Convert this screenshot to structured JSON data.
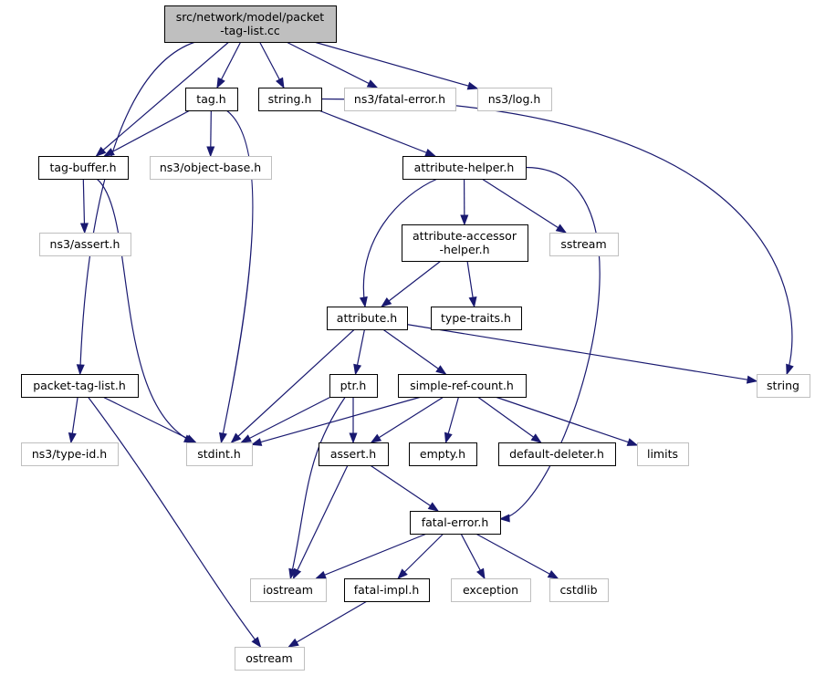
{
  "colors": {
    "edge": "#191970",
    "root_fill": "#bfbfbf",
    "box_fill": "#ffffff",
    "documented_border": "#000000",
    "undocumented_border": "#bfbfbf"
  },
  "nodes": {
    "root": {
      "lines": [
        "src/network/model/packet",
        "-tag-list.cc"
      ],
      "kind": "root"
    },
    "tag_h": {
      "lines": [
        "tag.h"
      ],
      "kind": "documented"
    },
    "string_h": {
      "lines": [
        "string.h"
      ],
      "kind": "documented"
    },
    "ns3_fatal_error_h": {
      "lines": [
        "ns3/fatal-error.h"
      ],
      "kind": "undocumented"
    },
    "ns3_log_h": {
      "lines": [
        "ns3/log.h"
      ],
      "kind": "undocumented"
    },
    "tag_buffer_h": {
      "lines": [
        "tag-buffer.h"
      ],
      "kind": "documented"
    },
    "ns3_object_base_h": {
      "lines": [
        "ns3/object-base.h"
      ],
      "kind": "undocumented"
    },
    "attribute_helper_h": {
      "lines": [
        "attribute-helper.h"
      ],
      "kind": "documented"
    },
    "ns3_assert_h": {
      "lines": [
        "ns3/assert.h"
      ],
      "kind": "undocumented"
    },
    "attribute_accessor_helper_h": {
      "lines": [
        "attribute-accessor",
        "-helper.h"
      ],
      "kind": "documented"
    },
    "sstream": {
      "lines": [
        "sstream"
      ],
      "kind": "undocumented"
    },
    "attribute_h": {
      "lines": [
        "attribute.h"
      ],
      "kind": "documented"
    },
    "type_traits_h": {
      "lines": [
        "type-traits.h"
      ],
      "kind": "documented"
    },
    "packet_tag_list_h": {
      "lines": [
        "packet-tag-list.h"
      ],
      "kind": "documented"
    },
    "ptr_h": {
      "lines": [
        "ptr.h"
      ],
      "kind": "documented"
    },
    "simple_ref_count_h": {
      "lines": [
        "simple-ref-count.h"
      ],
      "kind": "documented"
    },
    "string": {
      "lines": [
        "string"
      ],
      "kind": "undocumented"
    },
    "ns3_type_id_h": {
      "lines": [
        "ns3/type-id.h"
      ],
      "kind": "undocumented"
    },
    "stdint_h": {
      "lines": [
        "stdint.h"
      ],
      "kind": "undocumented"
    },
    "assert_h": {
      "lines": [
        "assert.h"
      ],
      "kind": "documented"
    },
    "empty_h": {
      "lines": [
        "empty.h"
      ],
      "kind": "documented"
    },
    "default_deleter_h": {
      "lines": [
        "default-deleter.h"
      ],
      "kind": "documented"
    },
    "limits": {
      "lines": [
        "limits"
      ],
      "kind": "undocumented"
    },
    "fatal_error_h": {
      "lines": [
        "fatal-error.h"
      ],
      "kind": "documented"
    },
    "iostream": {
      "lines": [
        "iostream"
      ],
      "kind": "undocumented"
    },
    "fatal_impl_h": {
      "lines": [
        "fatal-impl.h"
      ],
      "kind": "documented"
    },
    "exception": {
      "lines": [
        "exception"
      ],
      "kind": "undocumented"
    },
    "cstdlib": {
      "lines": [
        "cstdlib"
      ],
      "kind": "undocumented"
    },
    "ostream": {
      "lines": [
        "ostream"
      ],
      "kind": "undocumented"
    }
  },
  "edges": [
    [
      "root",
      "packet_tag_list_h"
    ],
    [
      "root",
      "tag_buffer_h"
    ],
    [
      "root",
      "tag_h"
    ],
    [
      "root",
      "string_h"
    ],
    [
      "root",
      "ns3_fatal_error_h"
    ],
    [
      "root",
      "ns3_log_h"
    ],
    [
      "tag_h",
      "tag_buffer_h"
    ],
    [
      "tag_h",
      "ns3_object_base_h"
    ],
    [
      "tag_h",
      "stdint_h"
    ],
    [
      "string_h",
      "attribute_helper_h"
    ],
    [
      "string_h",
      "string"
    ],
    [
      "tag_buffer_h",
      "ns3_assert_h"
    ],
    [
      "tag_buffer_h",
      "stdint_h"
    ],
    [
      "attribute_helper_h",
      "attribute_accessor_helper_h"
    ],
    [
      "attribute_helper_h",
      "sstream"
    ],
    [
      "attribute_helper_h",
      "attribute_h"
    ],
    [
      "attribute_helper_h",
      "fatal_error_h"
    ],
    [
      "attribute_accessor_helper_h",
      "attribute_h"
    ],
    [
      "attribute_accessor_helper_h",
      "type_traits_h"
    ],
    [
      "attribute_h",
      "ptr_h"
    ],
    [
      "attribute_h",
      "simple_ref_count_h"
    ],
    [
      "attribute_h",
      "stdint_h"
    ],
    [
      "attribute_h",
      "string"
    ],
    [
      "packet_tag_list_h",
      "ns3_type_id_h"
    ],
    [
      "packet_tag_list_h",
      "stdint_h"
    ],
    [
      "packet_tag_list_h",
      "ostream"
    ],
    [
      "ptr_h",
      "stdint_h"
    ],
    [
      "ptr_h",
      "assert_h"
    ],
    [
      "ptr_h",
      "iostream"
    ],
    [
      "simple_ref_count_h",
      "stdint_h"
    ],
    [
      "simple_ref_count_h",
      "assert_h"
    ],
    [
      "simple_ref_count_h",
      "empty_h"
    ],
    [
      "simple_ref_count_h",
      "default_deleter_h"
    ],
    [
      "simple_ref_count_h",
      "limits"
    ],
    [
      "assert_h",
      "fatal_error_h"
    ],
    [
      "assert_h",
      "iostream"
    ],
    [
      "fatal_error_h",
      "iostream"
    ],
    [
      "fatal_error_h",
      "fatal_impl_h"
    ],
    [
      "fatal_error_h",
      "exception"
    ],
    [
      "fatal_error_h",
      "cstdlib"
    ],
    [
      "fatal_impl_h",
      "ostream"
    ]
  ]
}
